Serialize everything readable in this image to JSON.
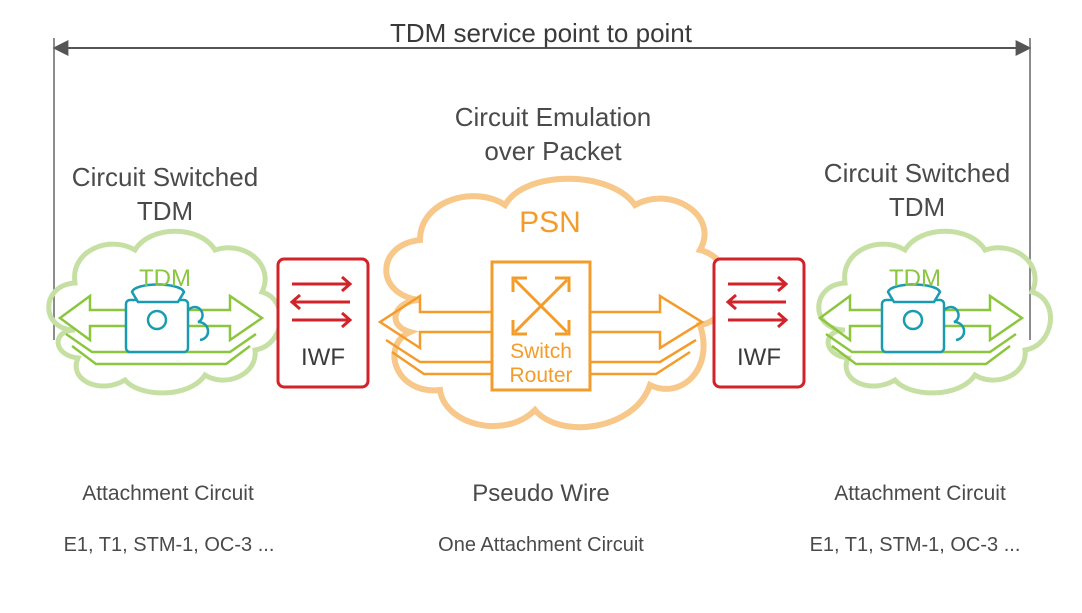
{
  "header": {
    "title": "TDM service point to point"
  },
  "center": {
    "title_line1": "Circuit Emulation",
    "title_line2": "over Packet",
    "cloud_label": "PSN",
    "router_line1": "Switch",
    "router_line2": "Router",
    "bottom_label": "Pseudo Wire",
    "bottom_sublabel": "One Attachment Circuit"
  },
  "left": {
    "title_line1": "Circuit Switched",
    "title_line2": "TDM",
    "cloud_label": "TDM",
    "iwf_label": "IWF",
    "bottom_label": "Attachment Circuit",
    "bottom_sublabel": "E1, T1, STM-1, OC-3 ..."
  },
  "right": {
    "title_line1": "Circuit Switched",
    "title_line2": "TDM",
    "cloud_label": "TDM",
    "iwf_label": "IWF",
    "bottom_label": "Attachment Circuit",
    "bottom_sublabel": "E1, T1, STM-1, OC-3 ..."
  },
  "colors": {
    "tdm_green": "#8cc63f",
    "tdm_cloud": "#c6e0a4",
    "psn_orange": "#f39c2b",
    "psn_cloud": "#f7c88a",
    "iwf_red": "#d2232a",
    "phone_teal": "#1a9bb0",
    "line_gray": "#555555"
  }
}
